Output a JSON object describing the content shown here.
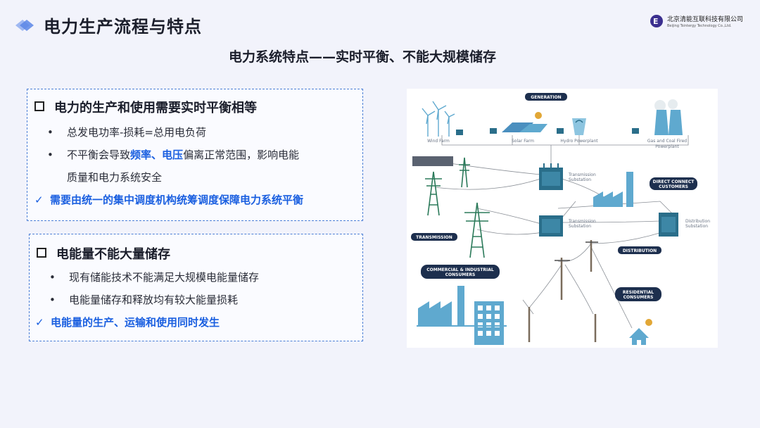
{
  "header": {
    "title": "电力生产流程与特点",
    "company_cn": "北京清能互联科技有限公司",
    "company_en": "Beijing Tsintergy Technology Co.,Ltd."
  },
  "subtitle": "电力系统特点——实时平衡、不能大规模储存",
  "section1": {
    "heading": "电力的生产和使用需要实时平衡相等",
    "bullet1": "总发电功率-损耗=总用电负荷",
    "bullet2_pre": "不平衡会导致",
    "bullet2_em1": "频率",
    "bullet2_sep": "、",
    "bullet2_em2": "电压",
    "bullet2_post": "偏离正常范围，影响电能",
    "bullet2_line2": "质量和电力系统安全",
    "check": "需要由统一的集中调度机构统筹调度保障电力系统平衡"
  },
  "section2": {
    "heading": "电能量不能大量储存",
    "bullet1": "现有储能技术不能满足大规模电能量储存",
    "bullet2": "电能量储存和释放均有较大能量损耗",
    "check": "电能量的生产、运输和使用同时发生"
  },
  "diagram": {
    "generation": "GENERATION",
    "wind_farm": "Wind Farm",
    "solar_farm": "Solar Farm",
    "hydro": "Hydro Powerplant",
    "gas_coal_1": "Gas and Coal Fired",
    "gas_coal_2": "Powerplant",
    "transmission_sub_1": "Transmission",
    "transmission_sub_2": "Substation",
    "direct_connect_1": "DIRECT CONNECT",
    "direct_connect_2": "CUSTOMERS",
    "transmission": "TRANSMISSION",
    "distribution_sub_1": "Distribution",
    "distribution_sub_2": "Substation",
    "distribution": "DISTRIBUTION",
    "commercial_1": "COMMERCIAL & INDUSTRIAL",
    "commercial_2": "CONSUMERS",
    "residential_1": "RESIDENTIAL",
    "residential_2": "CONSUMERS"
  },
  "colors": {
    "accent_blue": "#1a5fe0",
    "diagram_teal": "#2a6e8a",
    "diagram_green": "#2b7a5a",
    "diagram_light": "#8dc5e0"
  }
}
